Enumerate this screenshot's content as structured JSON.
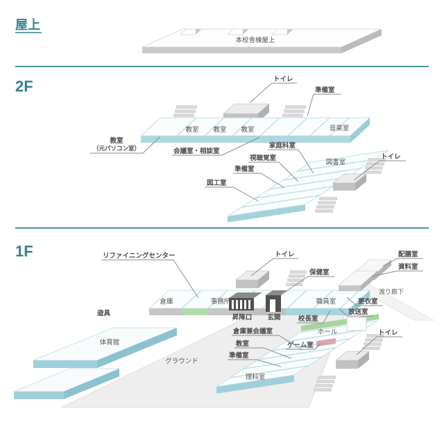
{
  "colors": {
    "accent_teal": "#35808f",
    "slab_blue_front": "#aed8df",
    "slab_blue_side": "#9bcbd4",
    "gym_teal": "#9ecfdb",
    "refining_green": "#b4dcab",
    "hall_green": "#a8d49e",
    "game_pink": "#dba4b4",
    "gray_edge": "#c6c6c6",
    "dark_structure": "#4f4f4f",
    "ground_gray": "#eeeeee",
    "label_text": "#4a4a4a"
  },
  "rooftop": {
    "heading": "屋上",
    "building": "本校舎棟屋上"
  },
  "f2": {
    "heading": "2F",
    "classrooms": [
      "教室",
      "教室",
      "教室"
    ],
    "labels": {
      "classroom_pc_line1": "教室",
      "classroom_pc_line2": "（元パソコン室）",
      "toilet_top": "トイレ",
      "prep_top": "準備室",
      "music": "音楽室",
      "meeting": "会議室・相談室",
      "home_economics": "家庭科室",
      "audio_visual": "視聴覚室",
      "prep": "準備室",
      "crafts": "図工室",
      "library": "図書室",
      "toilet_right": "トイレ"
    }
  },
  "f1": {
    "heading": "1F",
    "labels": {
      "refining_center": "リファイニングセンター",
      "storage": "倉庫",
      "office": "事務所",
      "shoe_entrance": "昇降口",
      "entrance": "玄関",
      "toilet_top": "トイレ",
      "nurse": "保健室",
      "staff_room": "職員室",
      "principal": "校長室",
      "changing": "更衣室",
      "broadcast": "放送室",
      "serving": "配膳室",
      "materials": "資料室",
      "corridor": "渡り廊下",
      "play_equipment": "遊具",
      "gym": "体育館",
      "ground": "グラウンド",
      "storage_meeting": "倉庫兼会議室",
      "classroom": "教室",
      "prep": "準備室",
      "hall": "ホール",
      "game_room": "ゲーム室",
      "science": "理科室",
      "toilet_right": "トイレ"
    }
  }
}
